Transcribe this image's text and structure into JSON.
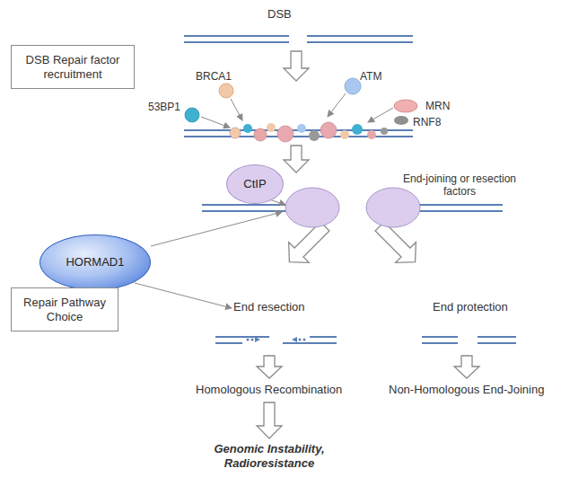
{
  "diagram": {
    "nodes": [
      {
        "text": [
          "DSB Repair factor recruitment"
        ]
      },
      {
        "text": [
          "CtIP"
        ]
      },
      {
        "text": [
          "HORMAD1"
        ]
      },
      {
        "text": [
          "Repair Pathway Choice"
        ]
      }
    ],
    "labels": [
      "DSB",
      "BRCA1",
      "ATM",
      "MRN",
      "53BP1",
      "RNF8",
      "End-joining or resection factors",
      "End resection",
      "End protection",
      "Homologous Recombination",
      "Non-Homologous End-Joining",
      "Genomic Instability, Radioresistance"
    ]
  }
}
